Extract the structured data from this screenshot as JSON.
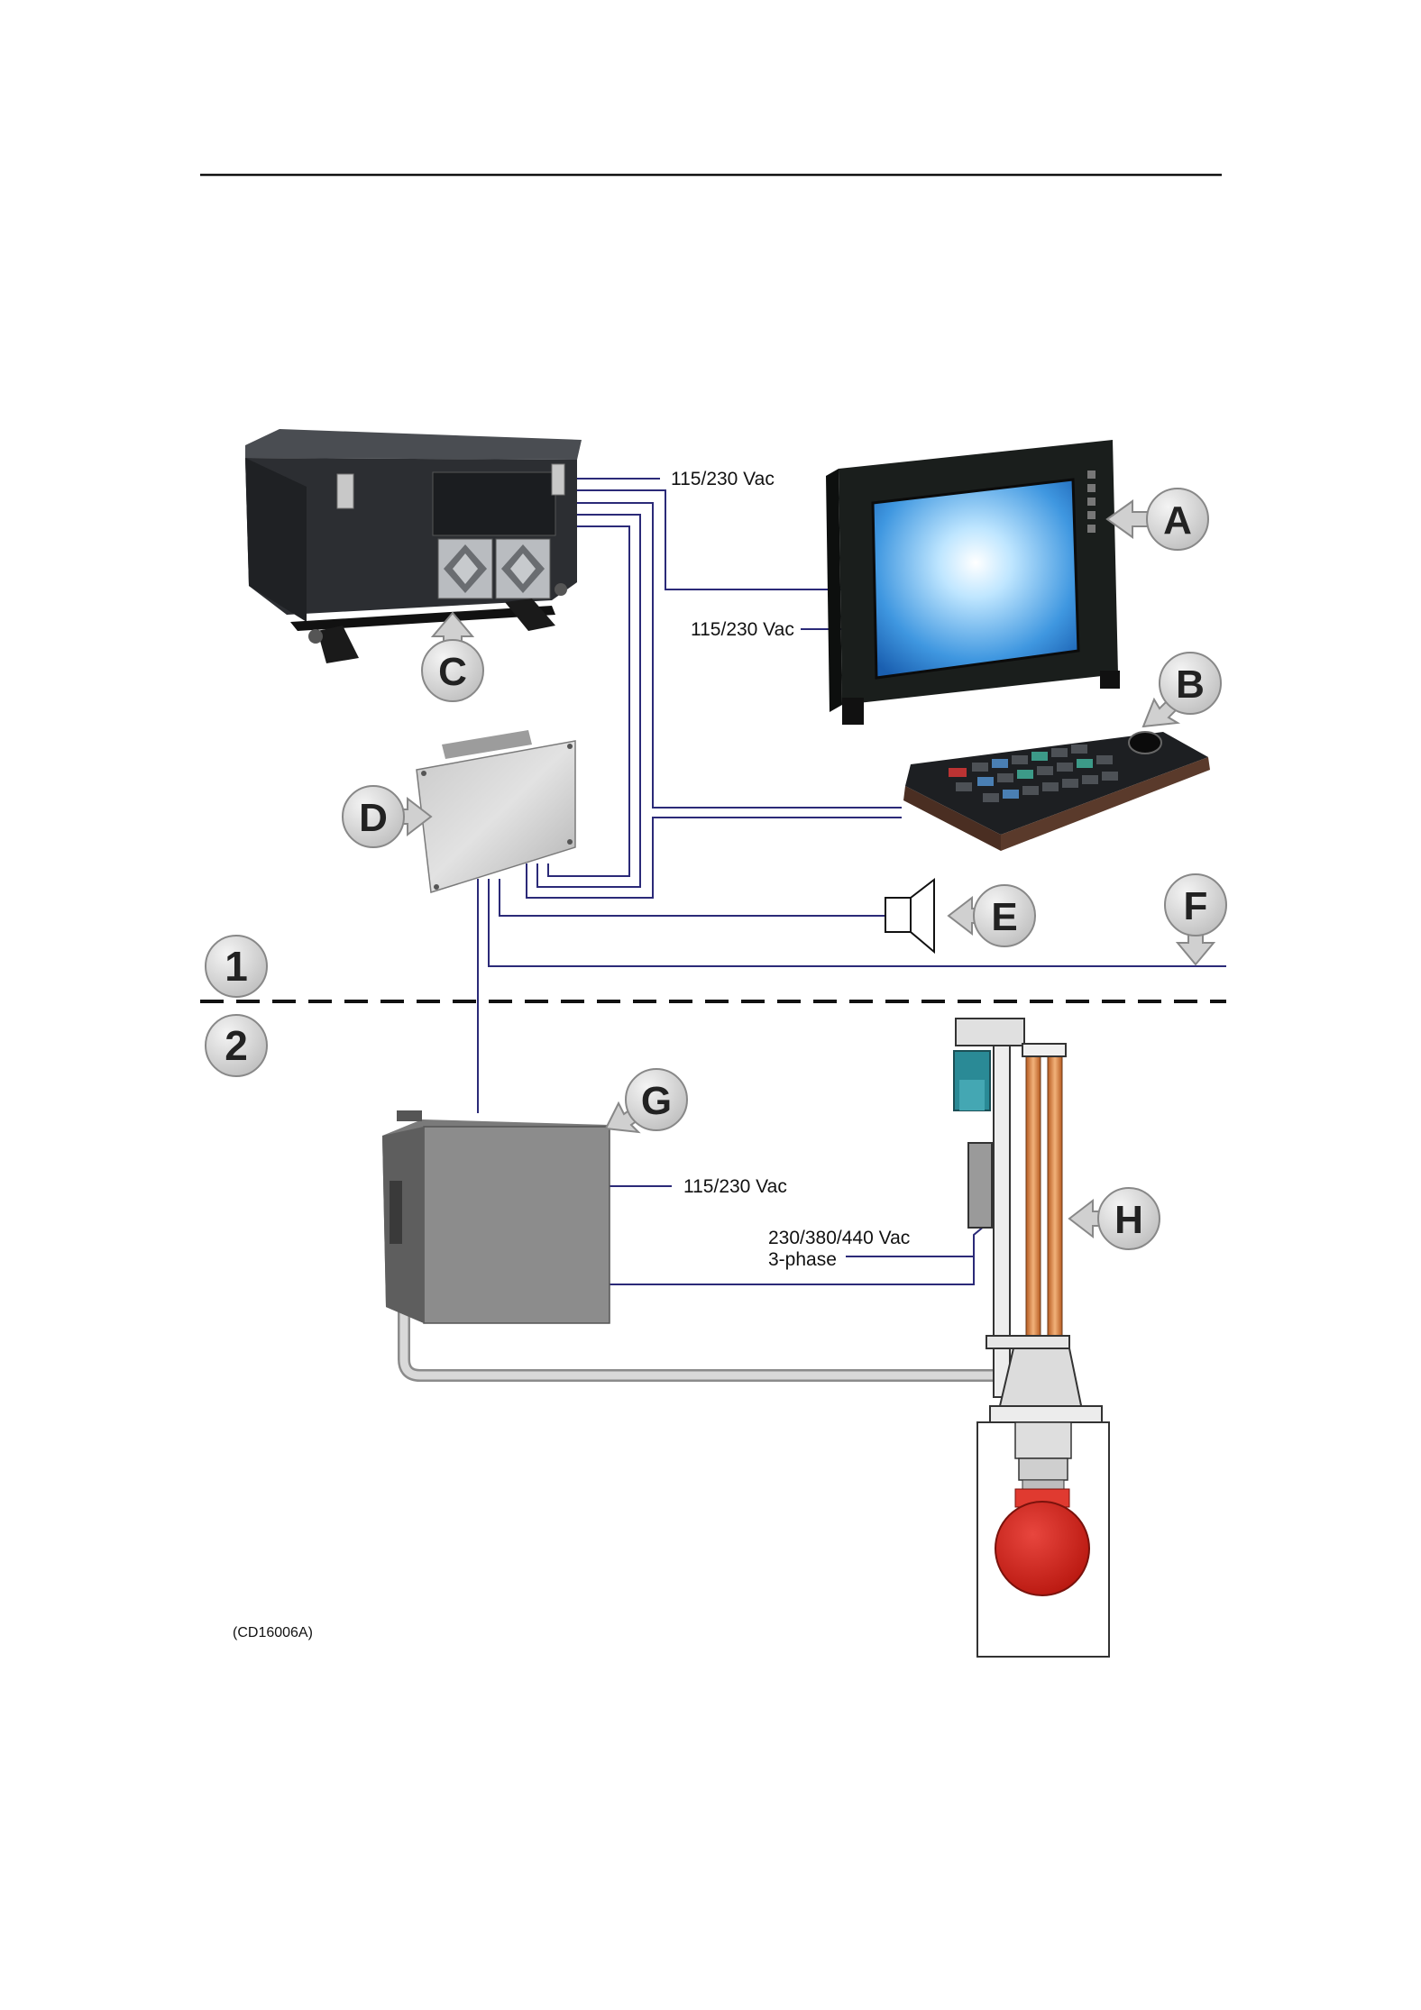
{
  "figure_code": "(CD16006A)",
  "labels": {
    "power_1": "115/230 Vac",
    "power_2": "115/230 Vac",
    "power_3": "115/230 Vac",
    "power_3phase_line1": "230/380/440 Vac",
    "power_3phase_line2": "3-phase"
  },
  "callouts": {
    "A": "A",
    "B": "B",
    "C": "C",
    "D": "D",
    "E": "E",
    "F": "F",
    "G": "G",
    "H": "H"
  },
  "zones": {
    "upper": "1",
    "lower": "2"
  },
  "colors": {
    "cable": "#2b2a78",
    "screen_center": "#e8f6ff",
    "screen_edge": "#1a6ec8",
    "transducer_ball": "#d8261e",
    "motor": "#2a8a96",
    "hoist_rail": "#e39a5a",
    "cabinet_grey": "#8c8c8c"
  }
}
